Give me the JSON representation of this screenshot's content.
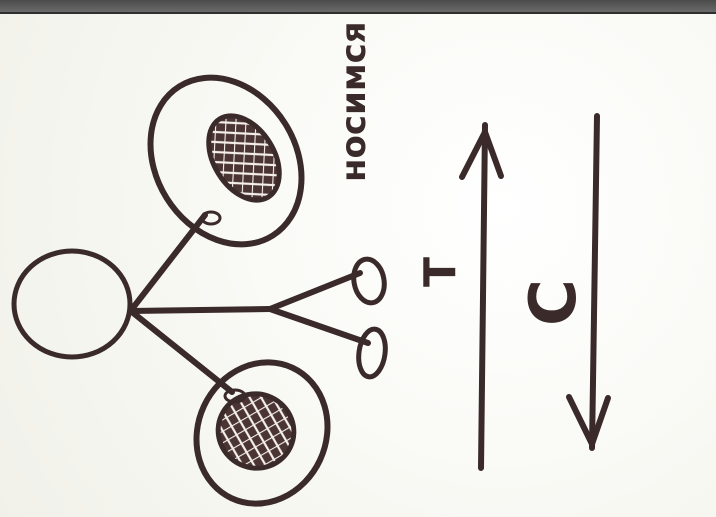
{
  "labels": {
    "top_word": "носимся",
    "letter_t": "Т",
    "letter_c": "С"
  },
  "colors": {
    "ink": "#3a2a2a",
    "paper": "#fbfbf7",
    "edge": "#4b4b4b"
  },
  "icons": {
    "figure": "stick-figure-with-rackets",
    "racket": "racket-icon",
    "arrow_up": "arrow-up-icon",
    "arrow_down": "arrow-down-icon"
  }
}
